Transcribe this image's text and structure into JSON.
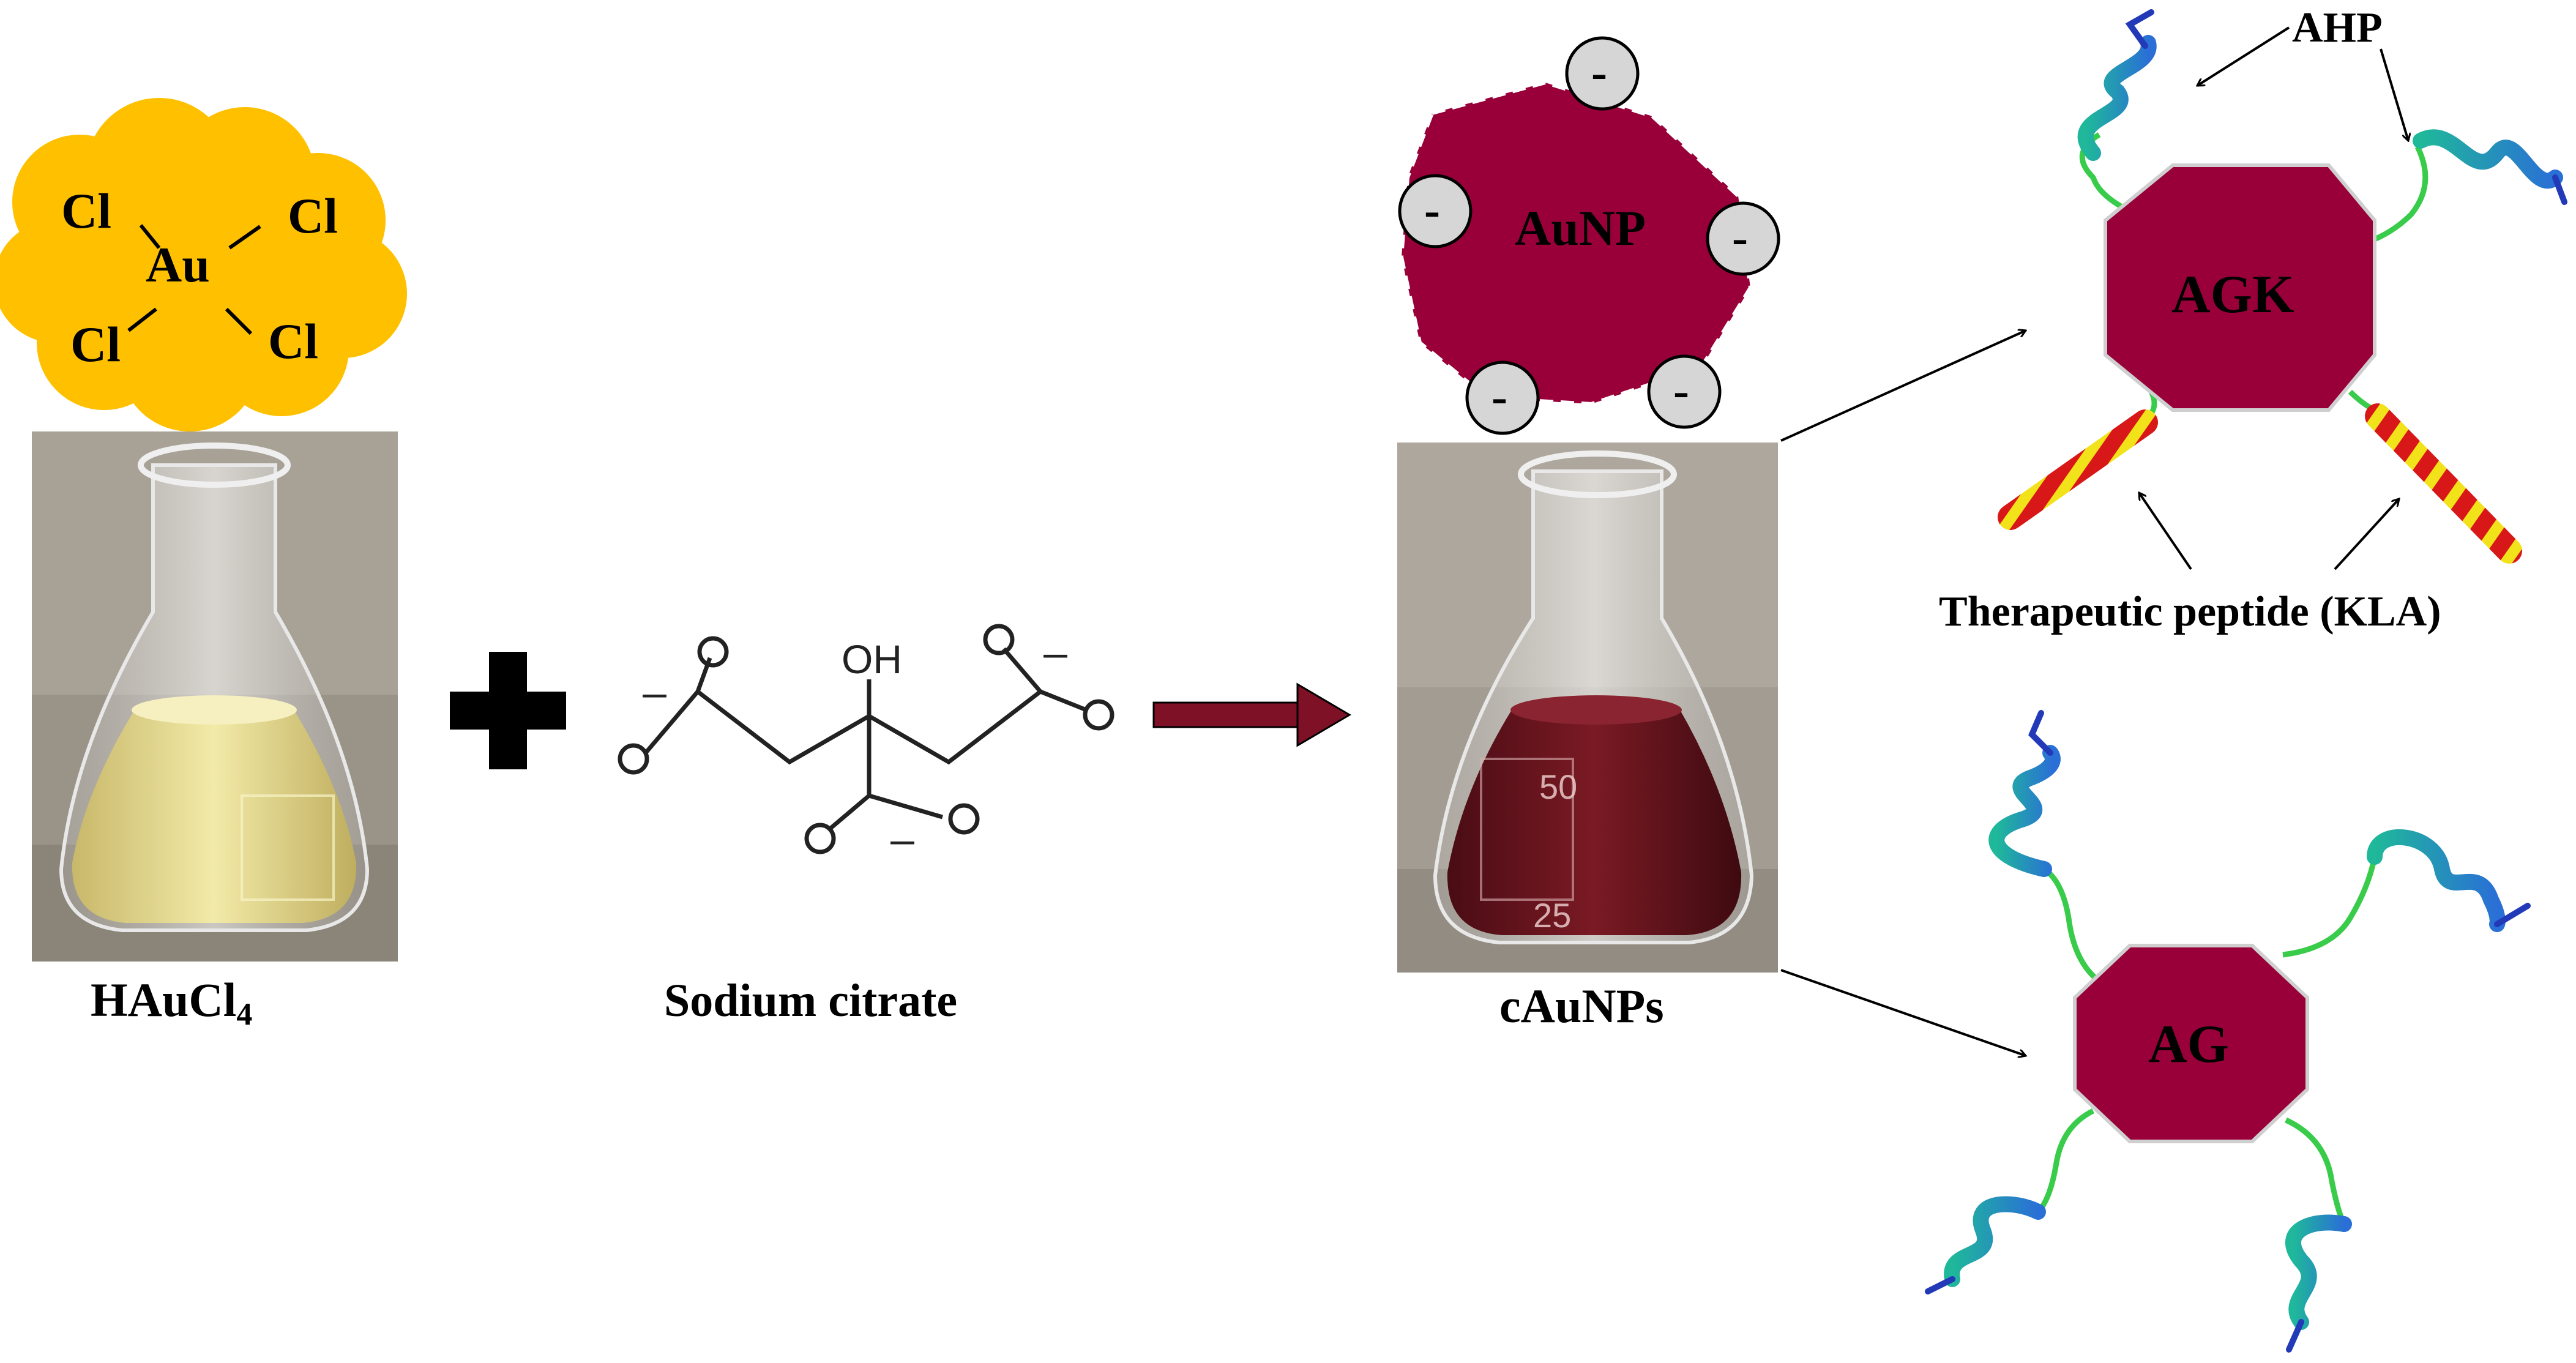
{
  "reactant": {
    "formula_main": "HAuCl",
    "formula_sub": "4",
    "metal": "Au",
    "ligands": [
      "Cl",
      "Cl",
      "Cl",
      "Cl"
    ],
    "flask_liquid_color": "#e6d98a"
  },
  "reagent": {
    "label": "Sodium citrate",
    "hydroxyl": "OH",
    "charges": [
      "–",
      "–",
      "–"
    ]
  },
  "product": {
    "label": "cAuNPs",
    "particle_label": "AuNP",
    "surface_charges": [
      "-",
      "-",
      "-",
      "-",
      "-"
    ],
    "flask_liquid_color": "#6e1620",
    "flask_markings": [
      "50",
      "25"
    ]
  },
  "conjugates": {
    "agk_label": "AGK",
    "ag_label": "AG",
    "ahp_label": "AHP",
    "peptide_label": "Therapeutic peptide (KLA)"
  },
  "colors": {
    "nanoparticle": "#99003a",
    "cloud": "#ffc000",
    "arrow": "#7f1126",
    "helix_blue": "#2a6fd6",
    "helix_teal": "#1fb89a",
    "kla_red": "#d81818",
    "kla_yellow": "#f2e21a"
  }
}
